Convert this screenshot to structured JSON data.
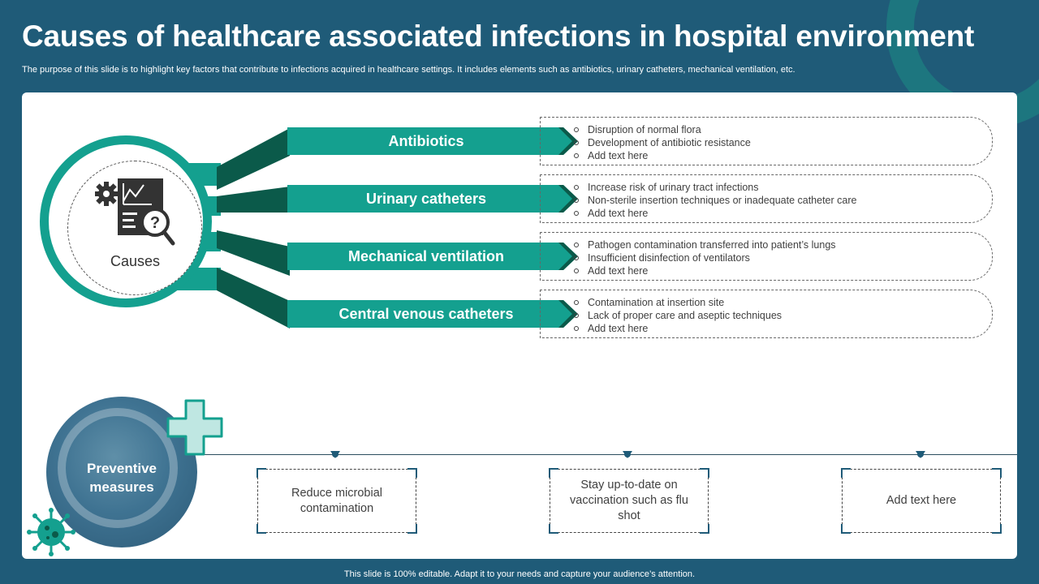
{
  "header": {
    "title": "Causes of healthcare associated infections in hospital environment",
    "subtitle": "The purpose of this slide is to highlight key factors that contribute to infections acquired in healthcare settings. It includes elements such as antibiotics, urinary catheters, mechanical ventilation, etc."
  },
  "causes": {
    "label": "Causes",
    "items": [
      {
        "label": "Antibiotics",
        "points": [
          "Disruption of normal flora",
          "Development of antibiotic resistance",
          "Add text here"
        ]
      },
      {
        "label": "Urinary catheters",
        "points": [
          "Increase risk of urinary tract infections",
          "Non-sterile insertion techniques or inadequate catheter care",
          "Add text here"
        ]
      },
      {
        "label": "Mechanical ventilation",
        "points": [
          "Pathogen contamination transferred into patient’s lungs",
          "Insufficient disinfection of ventilators",
          "Add text here"
        ]
      },
      {
        "label": "Central venous catheters",
        "points": [
          "Contamination at insertion site",
          "Lack of proper care and aseptic techniques",
          "Add text here"
        ]
      }
    ]
  },
  "preventive": {
    "label_line1": "Preventive",
    "label_line2": "measures",
    "items": [
      "Reduce microbial contamination",
      "Stay up-to-date on vaccination such as flu shot",
      "Add text here"
    ]
  },
  "footer": "This slide is 100% editable. Adapt it to your needs and capture your audience’s attention.",
  "colors": {
    "background": "#1f5b78",
    "accent": "#14a08f",
    "accent_dark": "#0b5a4a"
  },
  "icons": [
    "gear-icon",
    "chart-document-icon",
    "magnifier-question-icon",
    "medical-cross-icon",
    "virus-icon",
    "pin-icon"
  ]
}
